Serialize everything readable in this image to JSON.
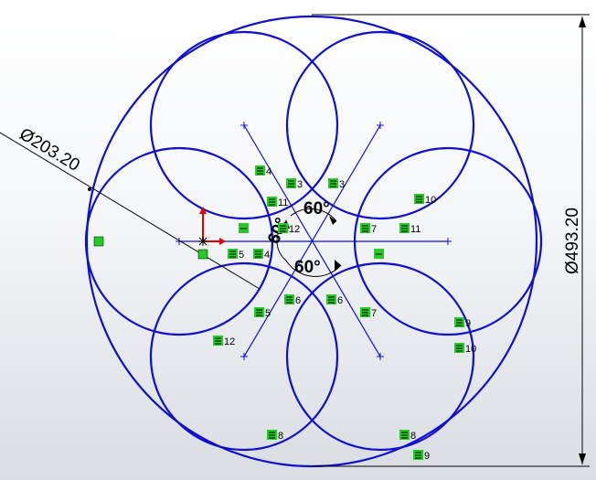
{
  "dimensions": {
    "small_circle_diameter": "Ø203.20",
    "large_circle_diameter": "Ø493.20",
    "angle_top": "60°",
    "angle_bottom": "60°",
    "angle_left": "60°"
  },
  "relations": [
    {
      "n": "4"
    },
    {
      "n": "3"
    },
    {
      "n": "3"
    },
    {
      "n": "10"
    },
    {
      "n": "11"
    },
    {
      "n": "12"
    },
    {
      "n": "7"
    },
    {
      "n": "11"
    },
    {
      "n": "5"
    },
    {
      "n": "4"
    },
    {
      "n": "6"
    },
    {
      "n": "6"
    },
    {
      "n": "5"
    },
    {
      "n": "7"
    },
    {
      "n": "9"
    },
    {
      "n": "12"
    },
    {
      "n": "10"
    },
    {
      "n": "8"
    },
    {
      "n": "8"
    },
    {
      "n": "9"
    },
    {
      "n": ""
    },
    {
      "n": ""
    }
  ],
  "colors": {
    "sketch": "#1010cc",
    "relation_badge": "#22cc22",
    "origin_y": "#e00000",
    "dimension": "#000000"
  }
}
